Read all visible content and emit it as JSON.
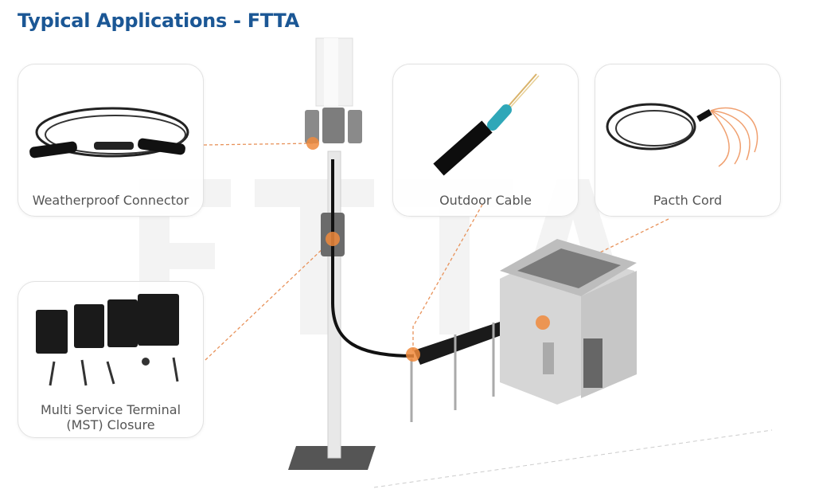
{
  "title": "Typical Applications - FTTA",
  "watermark": "FTTA",
  "cards": [
    {
      "label": "Weatherproof Connector"
    },
    {
      "label": "Outdoor Cable"
    },
    {
      "label": "Pacth Cord"
    },
    {
      "label_line1": "Multi Service Terminal",
      "label_line2": "(MST) Closure"
    }
  ],
  "colors": {
    "title": "#1b5795",
    "accent": "#f08a3c",
    "pole": "#e6e6e6"
  }
}
